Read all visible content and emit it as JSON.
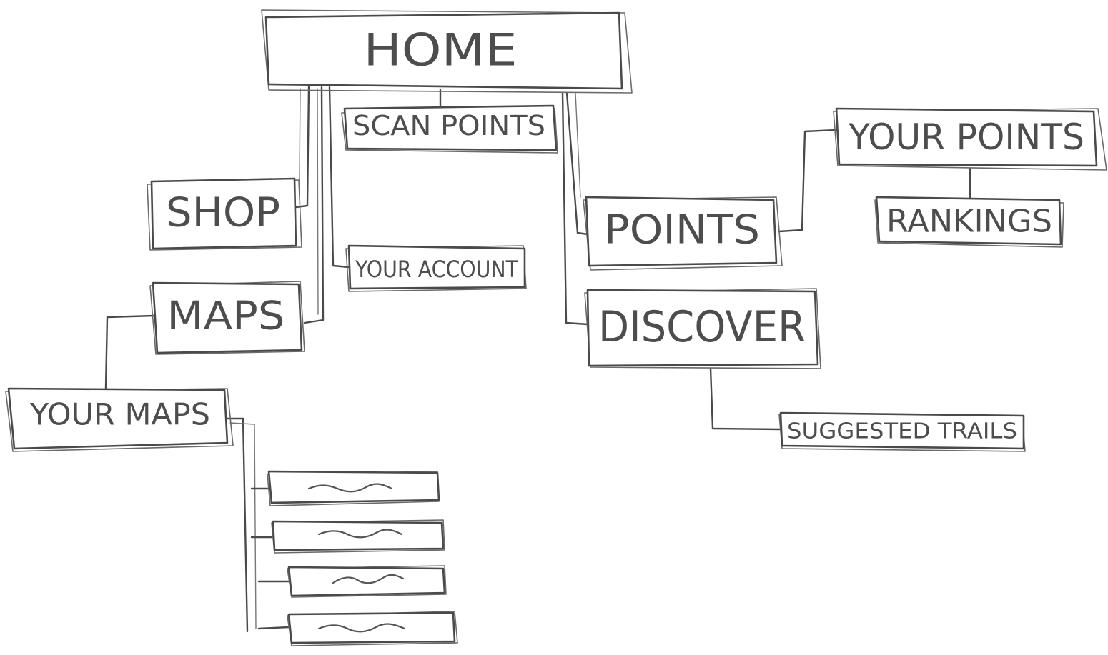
{
  "nodes": {
    "home": "HOME",
    "scan_points": "SCAN POINTS",
    "shop": "SHOP",
    "your_account": "YOUR ACCOUNT",
    "maps": "MAPS",
    "your_maps": "YOUR MAPS",
    "points": "POINTS",
    "your_points": "YOUR POINTS",
    "rankings": "RANKINGS",
    "discover": "DISCOVER",
    "suggested_trails": "SUGGESTED TRAILS"
  },
  "colors": {
    "ink": "#4a4a4a",
    "paper": "#ffffff"
  }
}
